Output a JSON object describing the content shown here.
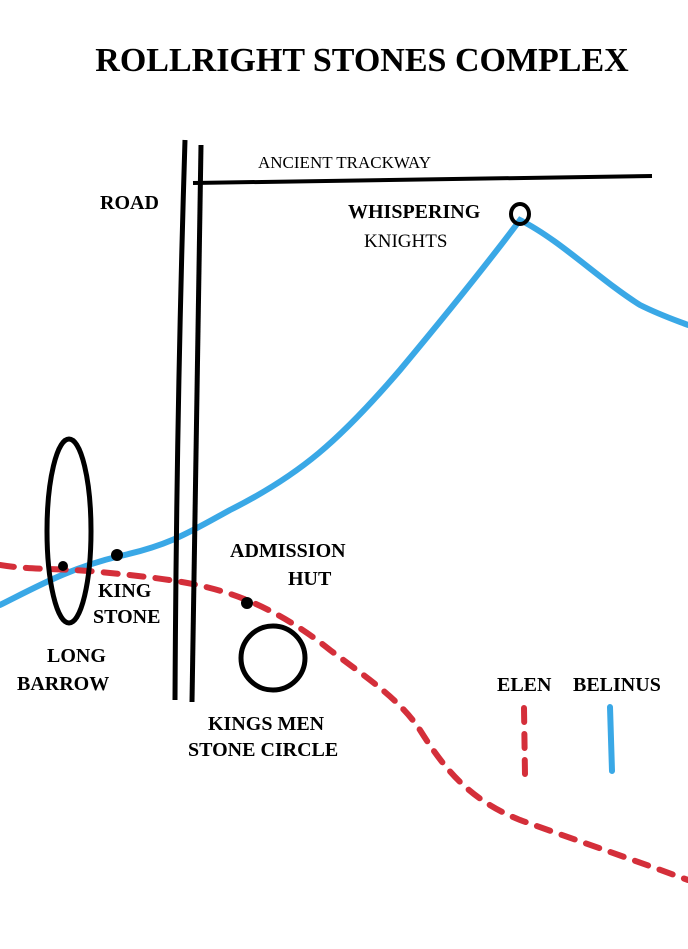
{
  "title": "ROLLRIGHT STONES COMPLEX",
  "labels": {
    "ancient_trackway": "ANCIENT TRACKWAY",
    "road": "ROAD",
    "whispering_knights_1": "WHISPERING",
    "whispering_knights_2": "KNIGHTS",
    "admission_hut_1": "ADMISSION",
    "admission_hut_2": "HUT",
    "king_stone_1": "KING",
    "king_stone_2": "STONE",
    "long_barrow_1": "LONG",
    "long_barrow_2": "BARROW",
    "kings_men_1": "KINGS MEN",
    "kings_men_2": "STONE CIRCLE"
  },
  "legend": {
    "elen": "ELEN",
    "belinus": "BELINUS"
  },
  "colors": {
    "ink": "#000000",
    "belinus_line": "#3aa8e6",
    "elen_line": "#d42f3a",
    "background": "#ffffff"
  }
}
